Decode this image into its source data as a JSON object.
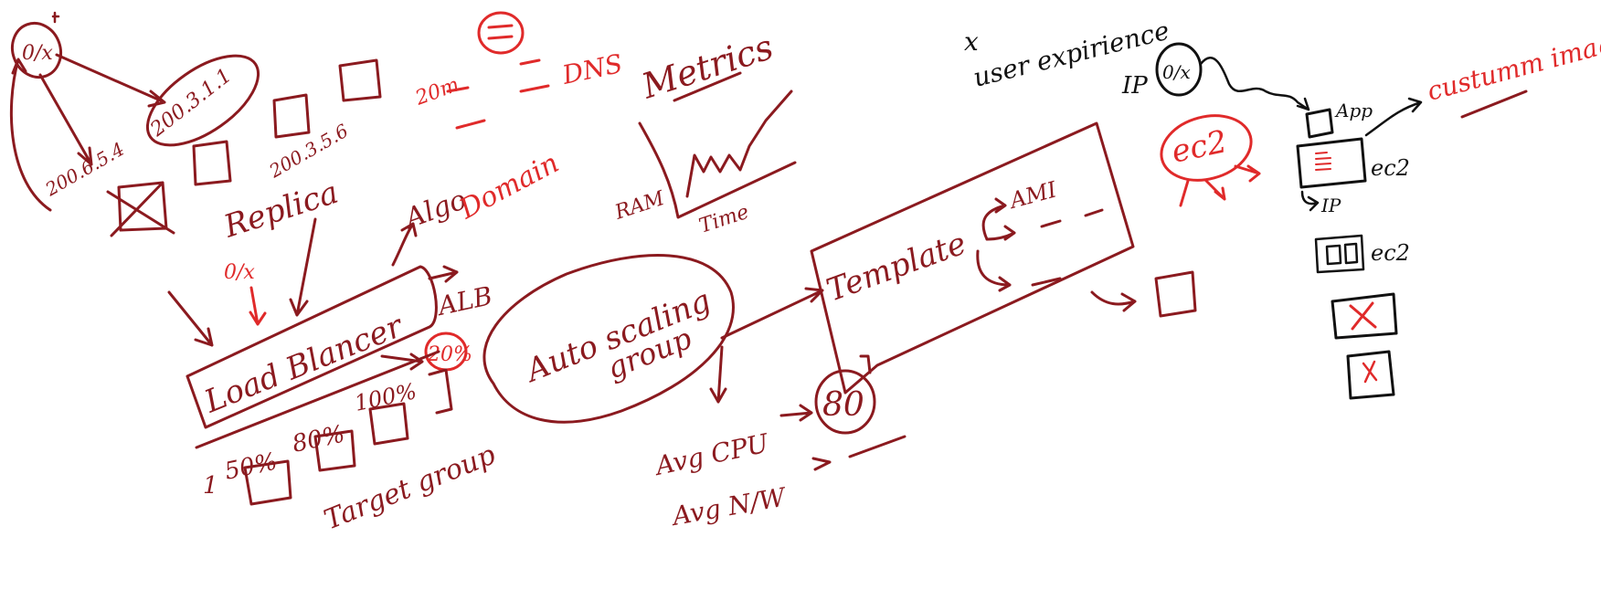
{
  "colors": {
    "maroon": "#8b1a1f",
    "red": "#e02a2a",
    "black": "#111111",
    "background": "#ffffff"
  },
  "labels": {
    "ip_top_left": "0/x",
    "ip_1": "200.3.1.1",
    "ip_2": "200.6.5.4",
    "ip_3": "200.3.5.6",
    "replica": "Replica",
    "algo": "Algo",
    "domain": "Domain",
    "twenty_m": "20m",
    "dns": "DNS",
    "ip_red": "0/x",
    "load_balancer": "Load Blancer",
    "alb": "ALB",
    "pct_20": "20%",
    "one": "1",
    "pct_50": "50%",
    "pct_80": "80%",
    "pct_100": "100%",
    "target_group": "Target group",
    "metrics": "Metrics",
    "ram": "RAM",
    "time": "Time",
    "autoscaling_line1": "Auto scaling",
    "autoscaling_line2": "group",
    "template": "Template",
    "ami": "AMI",
    "avg_cpu": "Avg CPU",
    "eighty": "80",
    "avg_nw": "Avg N/W",
    "ec2_red": "ec2",
    "x_mark": "x",
    "user_experience": "user expirience",
    "ip_label": "IP",
    "ip_circle": "0/x",
    "app": "App",
    "custom_image": "custumm image",
    "ec2_right_1": "ec2",
    "ip_small": "IP",
    "ec2_right_2": "ec2"
  }
}
